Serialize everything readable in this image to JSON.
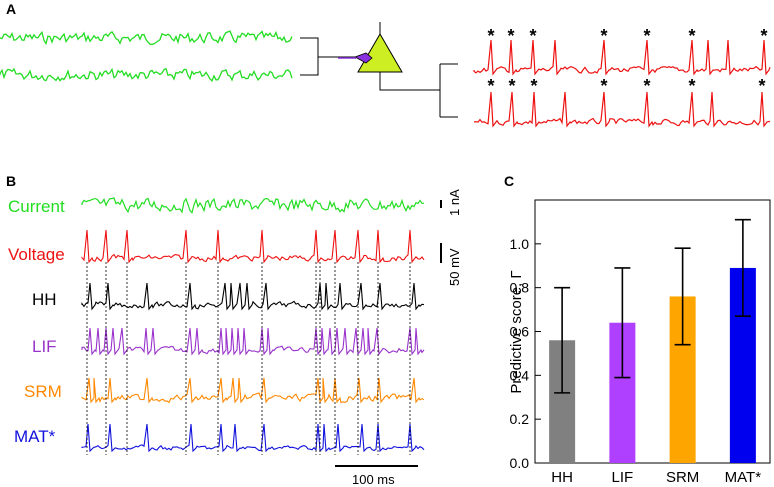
{
  "panels": {
    "a": {
      "label": "A",
      "marker": "*"
    },
    "b": {
      "label": "B",
      "traces": [
        {
          "name": "Current",
          "color": "#22dd22"
        },
        {
          "name": "Voltage",
          "color": "#ee1111"
        },
        {
          "name": "HH",
          "color": "#000000"
        },
        {
          "name": "LIF",
          "color": "#9933cc"
        },
        {
          "name": "SRM",
          "color": "#ff8800"
        },
        {
          "name": "MAT*",
          "color": "#1111dd"
        }
      ],
      "scale_current": "1 nA",
      "scale_voltage": "50 mV",
      "scale_time": "100 ms"
    },
    "c": {
      "label": "C"
    }
  },
  "chart_data": {
    "type": "bar",
    "categories": [
      "HH",
      "LIF",
      "SRM",
      "MAT*"
    ],
    "values": [
      0.56,
      0.64,
      0.76,
      0.89
    ],
    "errors": [
      0.24,
      0.25,
      0.22,
      0.22
    ],
    "colors": [
      "#808080",
      "#b040ff",
      "#ffa500",
      "#0000ee"
    ],
    "ylabel": "Predictive score, Γ",
    "ylim": [
      0,
      1.2
    ],
    "yticks": [
      "0.0",
      "0.2",
      "0.4",
      "0.6",
      "0.8",
      "1.0"
    ]
  }
}
